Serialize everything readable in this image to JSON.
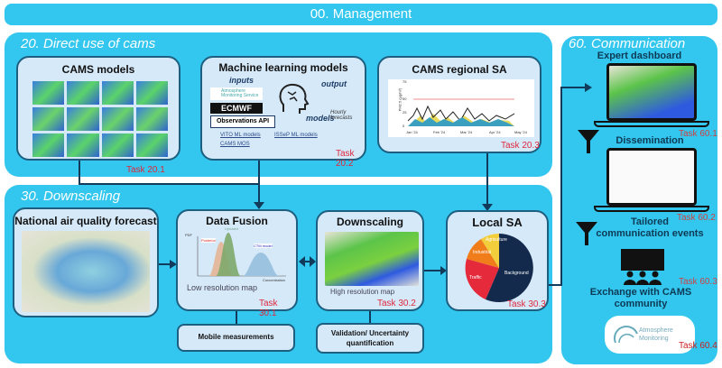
{
  "management": {
    "title": "00. Management"
  },
  "direct_use": {
    "title": "20. Direct use of cams",
    "cams_models": {
      "title": "CAMS models",
      "task": "Task 20.1"
    },
    "ml_models": {
      "title": "Machine learning models",
      "inputs": "inputs",
      "output": "output",
      "models": "models",
      "input_items": [
        "Atmosphere Monitoring Service",
        "ECMWF",
        "Observations API"
      ],
      "output_item": "Hourly forecasts",
      "model_items": [
        "VITO ML models",
        "ISSeP ML models",
        "CAMS MOS"
      ],
      "task": "Task 20.2"
    },
    "regional_sa": {
      "title": "CAMS regional SA",
      "y_label": "PM2.5 (µg/m³)",
      "y_ticks": [
        "75",
        "50",
        "25",
        "0"
      ],
      "x_ticks": [
        "Jan '24",
        "Feb '24",
        "Mar '24",
        "Apr '24",
        "May '24"
      ],
      "task": "Task 20.3"
    }
  },
  "downscaling": {
    "title": "30. Downscaling",
    "national": {
      "title": "National air quality forecast"
    },
    "data_fusion": {
      "title": "Data Fusion",
      "pdf": "PDF",
      "posterior": "Posterior",
      "updated": "Updated",
      "ctm": "CTM model",
      "concentration": "Concentration",
      "caption": "Low resolution map",
      "task": "Task 30.1"
    },
    "mobile": {
      "label": "Mobile measurements"
    },
    "downscaling_box": {
      "title": "Downscaling",
      "caption": "High resolution map",
      "task": "Task 30.2"
    },
    "validation": {
      "label": "Validation/ Uncertainty quantification"
    },
    "local_sa": {
      "title": "Local SA",
      "slices": [
        "Background",
        "Traffic",
        "Industrial",
        "Agriculture"
      ],
      "task": "Task 30.3"
    }
  },
  "communication": {
    "title": "60. Communication",
    "expert": "Expert dashboard",
    "task1": "Task 60.1",
    "dissemination": "Dissemination",
    "task2": "Task 60.2",
    "tailored": "Tailored communication events",
    "task3": "Task 60.3",
    "exchange": "Exchange with CAMS community",
    "logo": "Atmosphere Monitoring",
    "task4": "Task 60.4"
  }
}
